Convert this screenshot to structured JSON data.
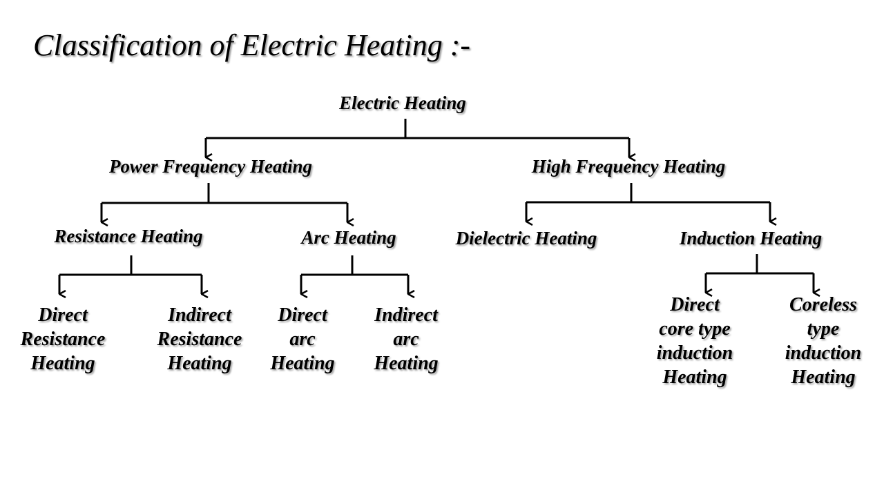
{
  "title": "Classification of Electric Heating :-",
  "nodes": {
    "root": "Electric Heating",
    "power_frequency": "Power Frequency Heating",
    "high_frequency": "High Frequency Heating",
    "resistance": "Resistance Heating",
    "arc": "Arc Heating",
    "dielectric": "Dielectric Heating",
    "induction": "Induction Heating",
    "direct_resistance": [
      "Direct",
      "Resistance",
      "Heating"
    ],
    "indirect_resistance": [
      "Indirect",
      "Resistance",
      "Heating"
    ],
    "direct_arc": [
      "Direct",
      "arc",
      "Heating"
    ],
    "indirect_arc": [
      "Indirect",
      "arc",
      "Heating"
    ],
    "direct_core_induction": [
      "Direct",
      "core type",
      "induction",
      "Heating"
    ],
    "coreless_induction": [
      "Coreless",
      "type",
      "induction",
      "Heating"
    ]
  }
}
